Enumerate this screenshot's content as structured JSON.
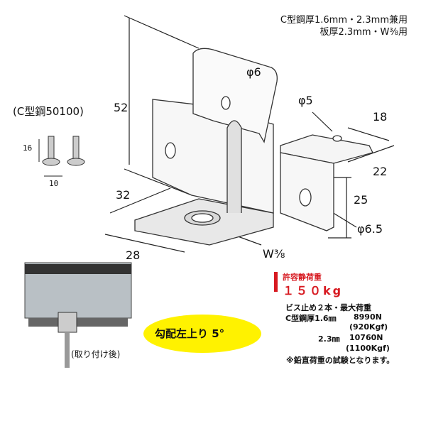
{
  "header": {
    "line1": "C型鋼厚1.6mm・2.3mm兼用",
    "line2": "板厚2.3mm・W⅜用"
  },
  "screw_label": "(C型鋼50100)",
  "screw_dims": {
    "height": "16",
    "width": "10"
  },
  "dimensions": {
    "d52": "52",
    "phi6": "φ6",
    "phi5": "φ5",
    "d18": "18",
    "d22": "22",
    "d25": "25",
    "phi65": "φ6.5",
    "d32": "32",
    "d28": "28",
    "w38": "W⅜"
  },
  "photo_caption": "(取り付け後)",
  "badge": {
    "text": "勾配左上り 5°",
    "color": "#fff200"
  },
  "load": {
    "title": "許容静荷重",
    "value": "１５０kg",
    "accent": "#d71920",
    "subtitle": "ビス止め２本・最大荷重",
    "rows": [
      {
        "label": "C型鋼厚1.6㎜",
        "value": "8990N",
        "sub": "(920Kgf)"
      },
      {
        "label": "2.3㎜",
        "value": "10760N",
        "sub": "(1100Kgf)"
      }
    ],
    "note": "※鉛直荷重の試験となります。"
  }
}
